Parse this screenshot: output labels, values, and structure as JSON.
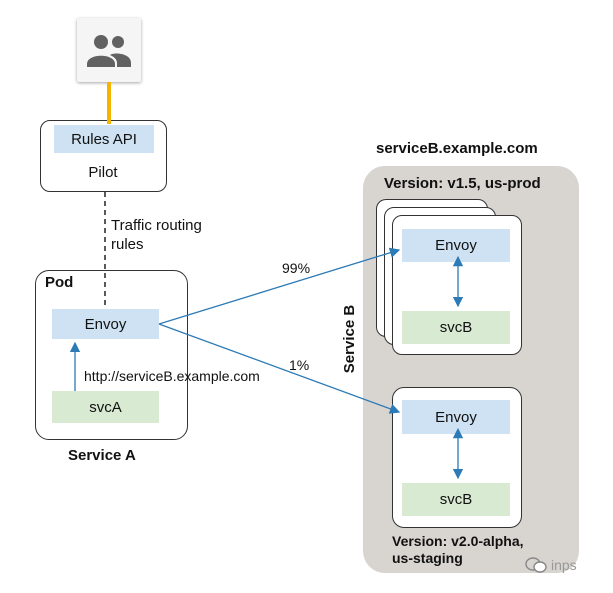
{
  "users_icon": "users-group-icon",
  "pilot": {
    "rules_api": "Rules API",
    "pilot_label": "Pilot"
  },
  "traffic_routing_label": "Traffic routing\nrules",
  "pod": {
    "title": "Pod",
    "envoy": "Envoy",
    "svc": "svcA",
    "url": "http://serviceB.example.com",
    "service_label": "Service A"
  },
  "split": {
    "primary_pct": "99%",
    "secondary_pct": "1%"
  },
  "service_b": {
    "domain": "serviceB.example.com",
    "side_label": "Service B",
    "prod_version": "Version: v1.5, us-prod",
    "prod_envoy": "Envoy",
    "prod_svc": "svcB",
    "staging_envoy": "Envoy",
    "staging_svc": "svcB",
    "staging_version_line1": "Version: v2.0-alpha,",
    "staging_version_line2": "us-staging"
  },
  "watermark": "inps",
  "colors": {
    "connector_yellow": "#f4b400",
    "arrow_blue": "#2c7bb6",
    "envoy_blue": "#cfe2f3",
    "svc_green": "#d9ead3",
    "service_b_bg": "#d8d4cf"
  }
}
